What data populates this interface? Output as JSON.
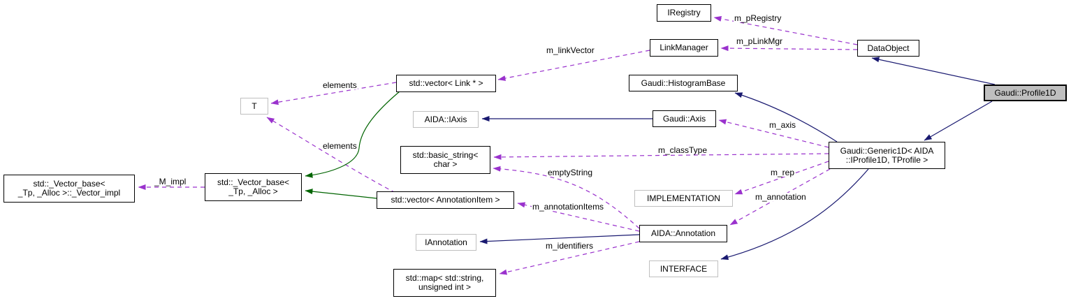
{
  "diagram": {
    "type": "doxygen-collaboration-graph",
    "selected_node": "Gaudi::Profile1D",
    "colors": {
      "background": "#ffffff",
      "public_inheritance_edge": "#191970",
      "protected_inheritance_edge": "#006400",
      "usage_edge": "#9a32cd",
      "node_border": "#000000",
      "undocumented_node_border": "#bfbfbf",
      "selected_node_fill": "#bfbfbf"
    },
    "nodes": [
      {
        "label": "IRegistry"
      },
      {
        "label": "LinkManager"
      },
      {
        "label": "DataObject"
      },
      {
        "label": "Gaudi::Profile1D"
      },
      {
        "label": "Gaudi::HistogramBase"
      },
      {
        "label": "std::vector< Link * >"
      },
      {
        "label": "T"
      },
      {
        "label": "AIDA::IAxis"
      },
      {
        "label": "Gaudi::Axis"
      },
      {
        "label": "Gaudi::Generic1D< AIDA\n::IProfile1D, TProfile >"
      },
      {
        "label": "std::basic_string<\nchar >"
      },
      {
        "label": "IMPLEMENTATION"
      },
      {
        "label": "std::_Vector_base<\n_Tp, _Alloc >::_Vector_impl"
      },
      {
        "label": "std::_Vector_base<\n_Tp, _Alloc >"
      },
      {
        "label": "std::vector< AnnotationItem >"
      },
      {
        "label": "AIDA::Annotation"
      },
      {
        "label": "IAnnotation"
      },
      {
        "label": "INTERFACE"
      },
      {
        "label": "std::map< std::string,\nunsigned int >"
      }
    ],
    "edges": [
      {
        "from": "DataObject",
        "to": "IRegistry",
        "label": "m_pRegistry",
        "style": "dashed-usage"
      },
      {
        "from": "DataObject",
        "to": "LinkManager",
        "label": "m_pLinkMgr",
        "style": "dashed-usage"
      },
      {
        "from": "LinkManager",
        "to": "std::vector< Link * >",
        "label": "m_linkVector",
        "style": "dashed-usage"
      },
      {
        "from": "std::vector< Link * >",
        "to": "T",
        "label": "elements",
        "style": "dashed-usage"
      },
      {
        "from": "std::vector< AnnotationItem >",
        "to": "T",
        "label": "elements",
        "style": "dashed-usage"
      },
      {
        "from": "std::_Vector_base< _Tp, _Alloc >",
        "to": "std::_Vector_base< _Tp, _Alloc >::_Vector_impl",
        "label": "_M_impl",
        "style": "dashed-usage"
      },
      {
        "from": "Gaudi::Generic1D< AIDA::IProfile1D, TProfile >",
        "to": "Gaudi::Axis",
        "label": "m_axis",
        "style": "dashed-usage"
      },
      {
        "from": "Gaudi::Generic1D< AIDA::IProfile1D, TProfile >",
        "to": "std::basic_string< char >",
        "label": "m_classType",
        "style": "dashed-usage"
      },
      {
        "from": "AIDA::Annotation",
        "to": "std::basic_string< char >",
        "label": "emptyString",
        "style": "dashed-usage"
      },
      {
        "from": "Gaudi::Generic1D< AIDA::IProfile1D, TProfile >",
        "to": "IMPLEMENTATION",
        "label": "m_rep",
        "style": "dashed-usage"
      },
      {
        "from": "Gaudi::Generic1D< AIDA::IProfile1D, TProfile >",
        "to": "AIDA::Annotation",
        "label": "m_annotation",
        "style": "dashed-usage"
      },
      {
        "from": "AIDA::Annotation",
        "to": "std::vector< AnnotationItem >",
        "label": "m_annotationItems",
        "style": "dashed-usage"
      },
      {
        "from": "AIDA::Annotation",
        "to": "std::map< std::string, unsigned int >",
        "label": "m_identifiers",
        "style": "dashed-usage"
      },
      {
        "from": "Gaudi::Profile1D",
        "to": "DataObject",
        "label": "",
        "style": "solid-public-inheritance"
      },
      {
        "from": "Gaudi::Profile1D",
        "to": "Gaudi::Generic1D< AIDA::IProfile1D, TProfile >",
        "label": "",
        "style": "solid-public-inheritance"
      },
      {
        "from": "Gaudi::Generic1D< AIDA::IProfile1D, TProfile >",
        "to": "Gaudi::HistogramBase",
        "label": "",
        "style": "solid-public-inheritance"
      },
      {
        "from": "Gaudi::Axis",
        "to": "AIDA::IAxis",
        "label": "",
        "style": "solid-public-inheritance"
      },
      {
        "from": "AIDA::Annotation",
        "to": "IAnnotation",
        "label": "",
        "style": "solid-public-inheritance"
      },
      {
        "from": "Gaudi::Generic1D< AIDA::IProfile1D, TProfile >",
        "to": "INTERFACE",
        "label": "",
        "style": "solid-public-inheritance"
      },
      {
        "from": "std::vector< Link * >",
        "to": "std::_Vector_base< _Tp, _Alloc >",
        "label": "",
        "style": "solid-protected-inheritance"
      },
      {
        "from": "std::vector< AnnotationItem >",
        "to": "std::_Vector_base< _Tp, _Alloc >",
        "label": "",
        "style": "solid-protected-inheritance"
      }
    ]
  }
}
